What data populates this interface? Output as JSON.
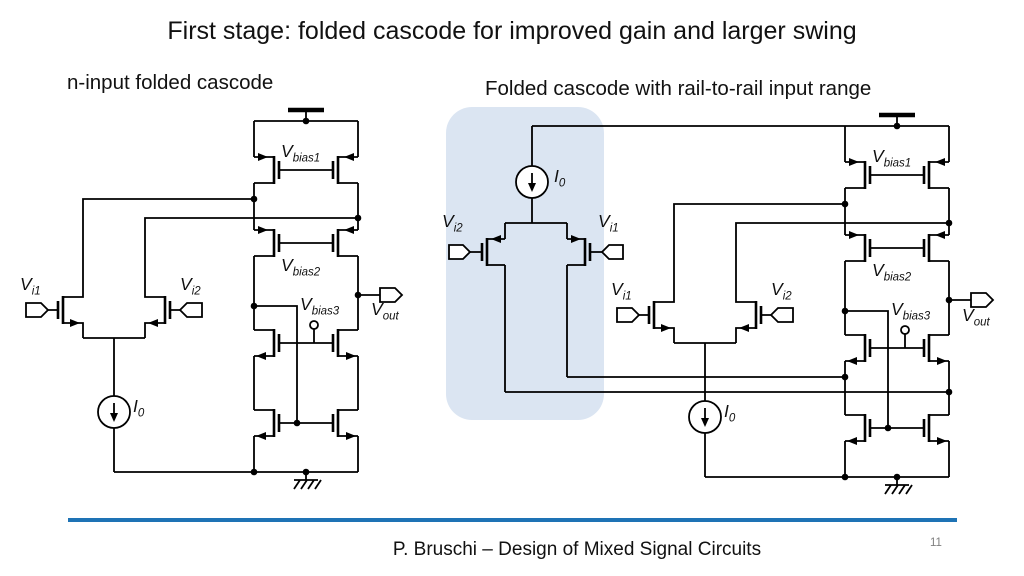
{
  "slide": {
    "title": "First stage: folded cascode for improved gain and larger swing",
    "footer_text": "P. Bruschi – Design of Mixed Signal Circuits",
    "page_number": "11"
  },
  "left_panel": {
    "caption": "n-input folded cascode",
    "labels": {
      "vi1": {
        "m": "V",
        "s": "i1"
      },
      "vi2": {
        "m": "V",
        "s": "i2"
      },
      "vbias1": {
        "m": "V",
        "s": "bias1"
      },
      "vbias2": {
        "m": "V",
        "s": "bias2"
      },
      "vbias3": {
        "m": "V",
        "s": "bias3"
      },
      "vout": {
        "m": "V",
        "s": "out"
      },
      "i0": {
        "m": "I",
        "s": "0"
      }
    }
  },
  "right_panel": {
    "caption": "Folded cascode with rail-to-rail input range",
    "labels": {
      "pmos_vi2": {
        "m": "V",
        "s": "i2"
      },
      "pmos_vi1": {
        "m": "V",
        "s": "i1"
      },
      "i0_top": {
        "m": "I",
        "s": "0"
      },
      "vi1": {
        "m": "V",
        "s": "i1"
      },
      "vi2": {
        "m": "V",
        "s": "i2"
      },
      "vbias1": {
        "m": "V",
        "s": "bias1"
      },
      "vbias2": {
        "m": "V",
        "s": "bias2"
      },
      "vbias3": {
        "m": "V",
        "s": "bias3"
      },
      "vout": {
        "m": "V",
        "s": "out"
      },
      "i0": {
        "m": "I",
        "s": "0"
      }
    }
  },
  "colors": {
    "highlight": "#dbe5f2",
    "divider_line": "#1e73b5",
    "page_number_color": "#808080",
    "schematic_stroke": "#000000"
  }
}
